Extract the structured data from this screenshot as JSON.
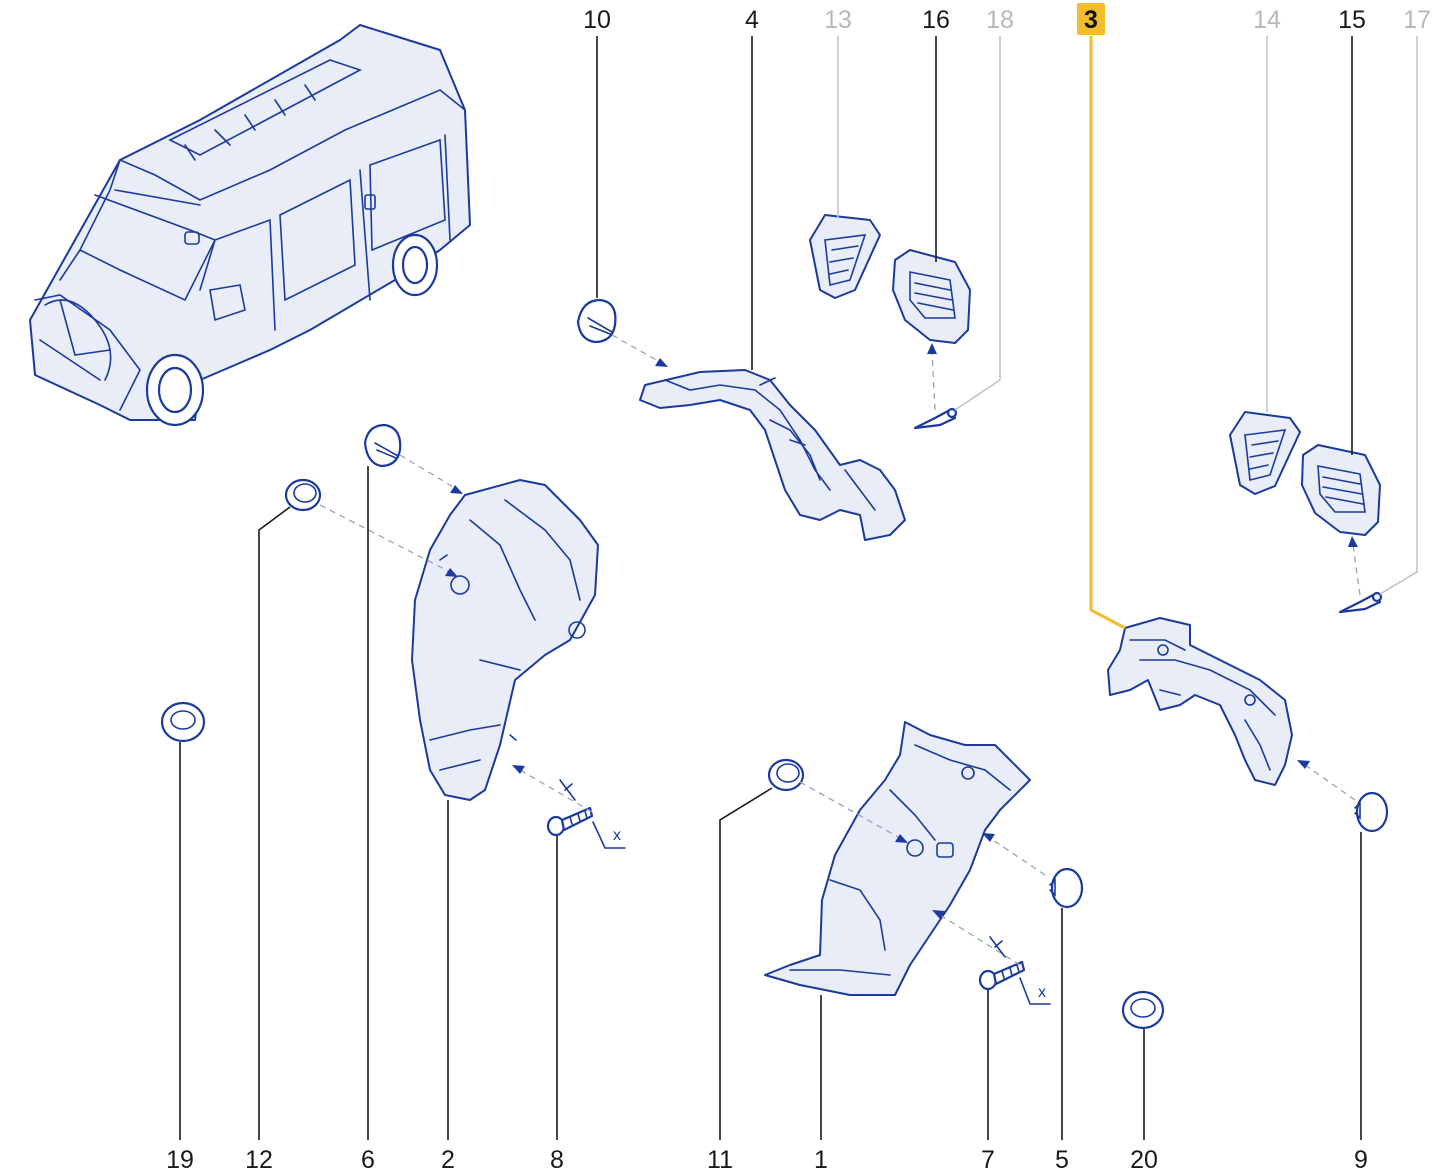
{
  "diagram": {
    "selected_part": "3",
    "callouts": [
      {
        "id": "10",
        "label": "10",
        "state": "normal"
      },
      {
        "id": "4",
        "label": "4",
        "state": "normal"
      },
      {
        "id": "13",
        "label": "13",
        "state": "dim"
      },
      {
        "id": "16",
        "label": "16",
        "state": "normal"
      },
      {
        "id": "18",
        "label": "18",
        "state": "dim"
      },
      {
        "id": "3",
        "label": "3",
        "state": "selected"
      },
      {
        "id": "14",
        "label": "14",
        "state": "dim"
      },
      {
        "id": "15",
        "label": "15",
        "state": "normal"
      },
      {
        "id": "17",
        "label": "17",
        "state": "dim"
      },
      {
        "id": "19",
        "label": "19",
        "state": "normal"
      },
      {
        "id": "12",
        "label": "12",
        "state": "normal"
      },
      {
        "id": "6",
        "label": "6",
        "state": "normal"
      },
      {
        "id": "2",
        "label": "2",
        "state": "normal"
      },
      {
        "id": "8",
        "label": "8",
        "state": "normal"
      },
      {
        "id": "11",
        "label": "11",
        "state": "normal"
      },
      {
        "id": "1",
        "label": "1",
        "state": "normal"
      },
      {
        "id": "7",
        "label": "7",
        "state": "normal"
      },
      {
        "id": "5",
        "label": "5",
        "state": "normal"
      },
      {
        "id": "20",
        "label": "20",
        "state": "normal"
      },
      {
        "id": "9",
        "label": "9",
        "state": "normal"
      }
    ],
    "fastener_marks": {
      "left": "x",
      "right": "x"
    },
    "colors": {
      "linework": "#1b3a9c",
      "selected_highlight": "#f2bd2c",
      "callout_text": "#1a1a1a",
      "callout_dim": "#b8b8b8"
    }
  }
}
